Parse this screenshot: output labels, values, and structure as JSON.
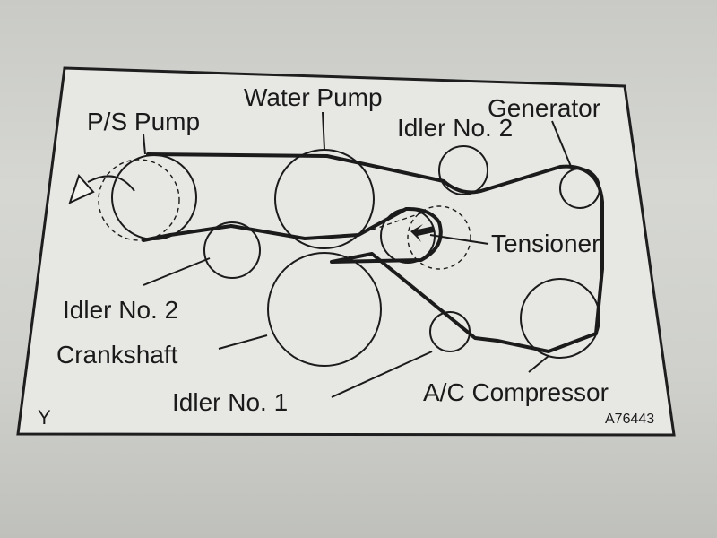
{
  "labels": {
    "ps_pump": "P/S Pump",
    "water_pump": "Water Pump",
    "generator": "Generator",
    "idler2_top": "Idler No. 2",
    "tensioner": "Tensioner",
    "idler2_left": "Idler No. 2",
    "crankshaft": "Crankshaft",
    "idler1": "Idler No. 1",
    "ac_compressor": "A/C Compressor",
    "corner_mark": "Y",
    "figure_code": "A76443"
  }
}
